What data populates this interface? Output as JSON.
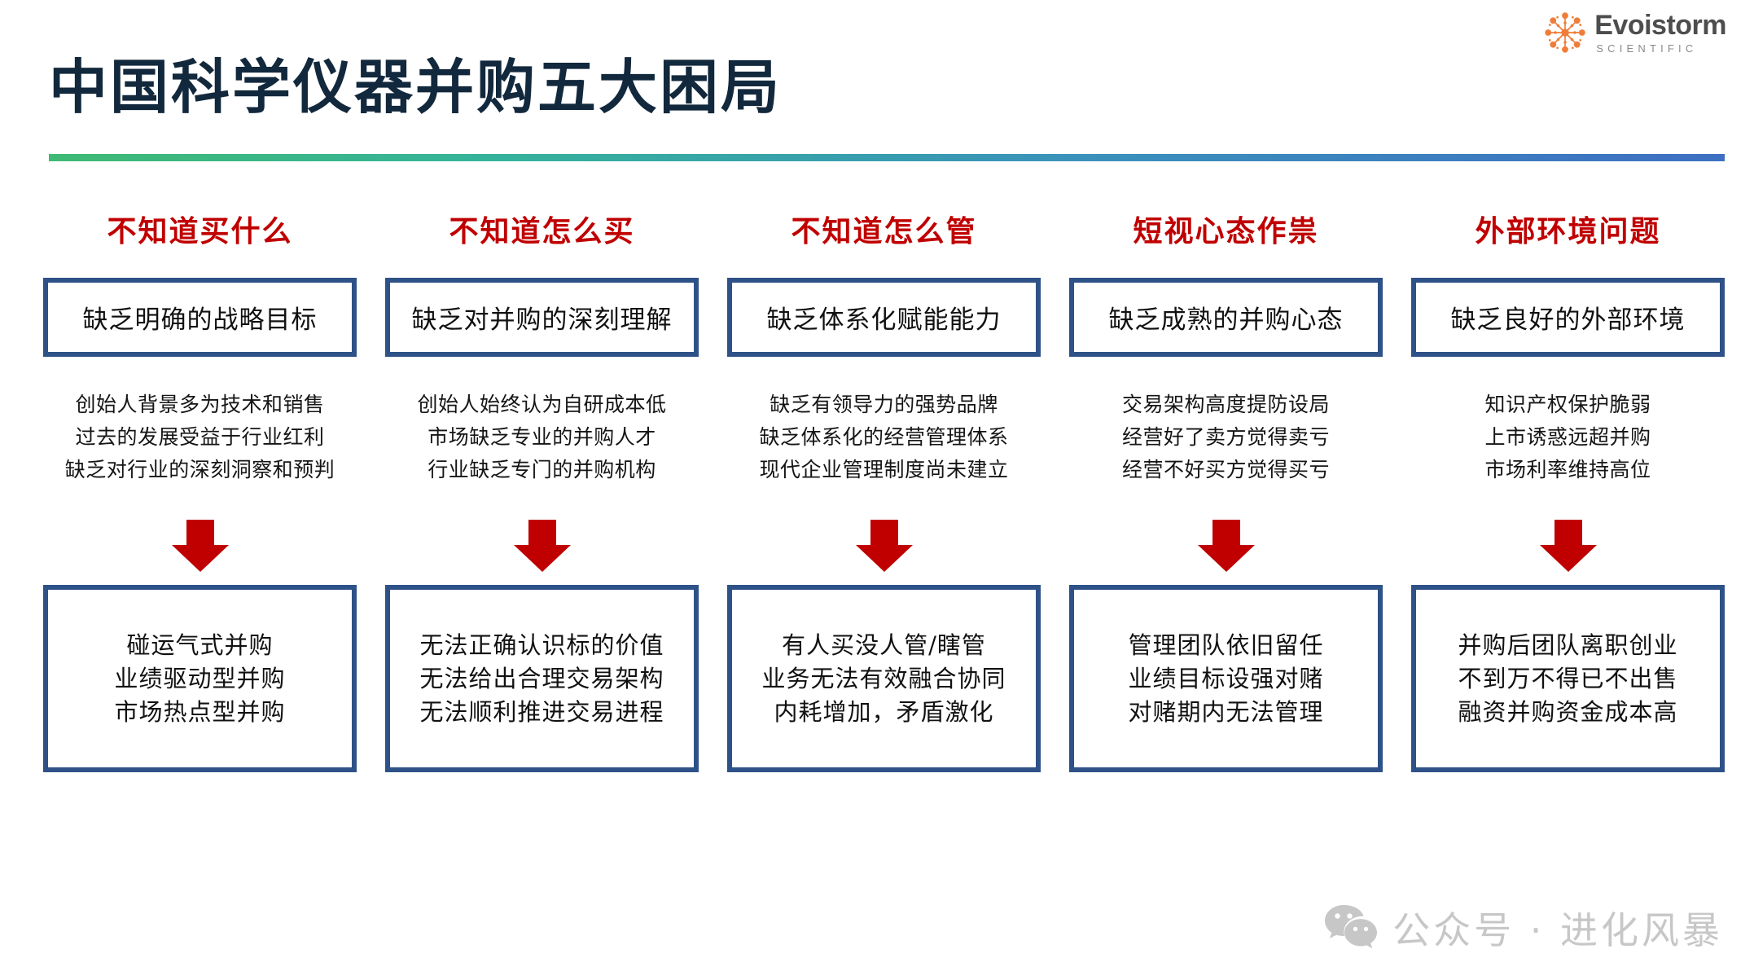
{
  "brand": {
    "logo_icon": "radial-burst-icon",
    "name": "Evoistorm",
    "subtitle": "SCIENTIFIC",
    "accent_color": "#ef7d3a"
  },
  "header": {
    "title": "中国科学仪器并购五大困局",
    "title_color": "#12283c",
    "rule_gradient_from": "#3fba74",
    "rule_gradient_to": "#3e6fc2"
  },
  "theme": {
    "header_red": "#c00000",
    "box_border_blue": "#2e5288",
    "arrow_red": "#c00000"
  },
  "columns": [
    {
      "header": "不知道买什么",
      "top_box": "缺乏明确的战略目标",
      "details": [
        "创始人背景多为技术和销售",
        "过去的发展受益于行业红利",
        "缺乏对行业的深刻洞察和预判"
      ],
      "arrow_icon": "arrow-down-icon",
      "bottom_box": [
        "碰运气式并购",
        "业绩驱动型并购",
        "市场热点型并购"
      ]
    },
    {
      "header": "不知道怎么买",
      "top_box": "缺乏对并购的深刻理解",
      "details": [
        "创始人始终认为自研成本低",
        "市场缺乏专业的并购人才",
        "行业缺乏专门的并购机构"
      ],
      "arrow_icon": "arrow-down-icon",
      "bottom_box": [
        "无法正确认识标的价值",
        "无法给出合理交易架构",
        "无法顺利推进交易进程"
      ]
    },
    {
      "header": "不知道怎么管",
      "top_box": "缺乏体系化赋能能力",
      "details": [
        "缺乏有领导力的强势品牌",
        "缺乏体系化的经营管理体系",
        "现代企业管理制度尚未建立"
      ],
      "arrow_icon": "arrow-down-icon",
      "bottom_box": [
        "有人买没人管/瞎管",
        "业务无法有效融合协同",
        "内耗增加，矛盾激化"
      ]
    },
    {
      "header": "短视心态作祟",
      "top_box": "缺乏成熟的并购心态",
      "details": [
        "交易架构高度提防设局",
        "经营好了卖方觉得卖亏",
        "经营不好买方觉得买亏"
      ],
      "arrow_icon": "arrow-down-icon",
      "bottom_box": [
        "管理团队依旧留任",
        "业绩目标设强对赌",
        "对赌期内无法管理"
      ]
    },
    {
      "header": "外部环境问题",
      "top_box": "缺乏良好的外部环境",
      "details": [
        "知识产权保护脆弱",
        "上市诱惑远超并购",
        "市场利率维持高位"
      ],
      "arrow_icon": "arrow-down-icon",
      "bottom_box": [
        "并购后团队离职创业",
        "不到万不得已不出售",
        "融资并购资金成本高"
      ]
    }
  ],
  "watermark": {
    "icon": "wechat-icon",
    "text": "公众号 · 进化风暴"
  }
}
